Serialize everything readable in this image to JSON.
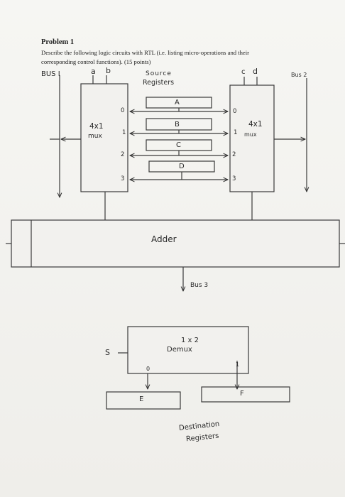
{
  "problem": {
    "title": "Problem 1",
    "description_line1": "Describe the following logic circuits with RTL (i.e. listing micro-operations and their",
    "description_line2": "corresponding control functions). (15 points)"
  },
  "diagram": {
    "bus1_label": "BUS I",
    "bus2_label": "Bus 2",
    "bus3_label": "Bus 3",
    "left_select_a": "a",
    "left_select_b": "b",
    "right_select_c": "c",
    "right_select_d": "d",
    "source_label": "Source",
    "registers_label": "Registers",
    "registers": [
      "A",
      "B",
      "C",
      "D"
    ],
    "left_mux_label_1": "4x1",
    "left_mux_label_2": "mux",
    "right_mux_label_1": "4x1",
    "right_mux_label_2": "mux",
    "left_mux_inputs": [
      "0",
      "1",
      "2",
      "3"
    ],
    "right_mux_inputs": [
      "0",
      "1",
      "2",
      "3"
    ],
    "adder_label": "Adder",
    "demux_label_1": "1 x 2",
    "demux_label_2": "Demux",
    "demux_select": "S",
    "demux_outputs": [
      "0",
      "1"
    ],
    "dest_registers": [
      "E",
      "F"
    ],
    "destination_label": "Destination",
    "dest_registers_label": "Registers"
  }
}
